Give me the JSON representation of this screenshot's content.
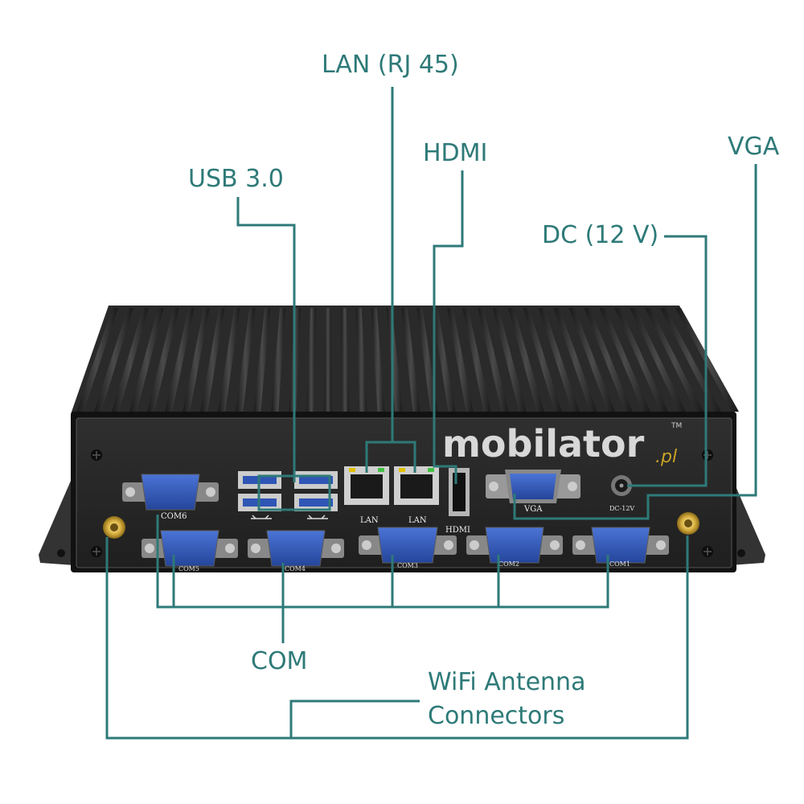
{
  "callouts": {
    "lan": "LAN (RJ 45)",
    "hdmi": "HDMI",
    "vga": "VGA",
    "usb": "USB 3.0",
    "dc": "DC (12 V)",
    "com": "COM",
    "wifi_line1": "WiFi Antenna",
    "wifi_line2": "Connectors"
  },
  "device": {
    "brand_main": "mobilator",
    "brand_suffix": ".pl",
    "trademark": "TM",
    "ports": {
      "com6": "COM6",
      "com5": "COM5",
      "com4": "COM4",
      "com3": "COM3",
      "com2": "COM2",
      "com1": "COM1",
      "lan1": "LAN",
      "lan2": "LAN",
      "hdmi": "HDMI",
      "vga": "VGA",
      "dc": "DC-12V"
    }
  },
  "colors": {
    "callout_text": "#2e7a78",
    "leader_line": "#2e7a78",
    "chassis": "#2b2b2b",
    "port_blue": "#2f55b5"
  }
}
